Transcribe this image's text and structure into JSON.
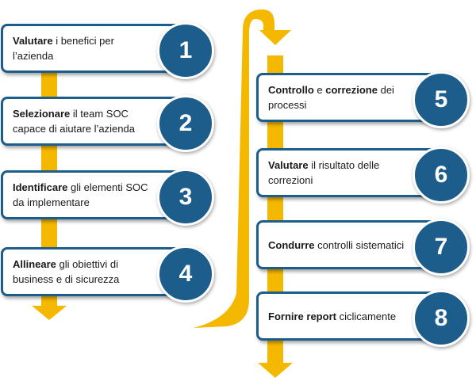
{
  "colors": {
    "box_border": "#1d5d8c",
    "circle_fill": "#1d5d8c",
    "arrow": "#f5b800"
  },
  "steps": [
    {
      "number": "1",
      "bold": "Valutare",
      "rest": " i benefici per l’azienda"
    },
    {
      "number": "2",
      "bold": "Selezionare",
      "rest": " il team SOC capace di aiutare l’azienda"
    },
    {
      "number": "3",
      "bold": "Identificare",
      "rest": " gli elementi SOC da implementare"
    },
    {
      "number": "4",
      "bold": "Allineare",
      "rest": " gli obiettivi di business e di sicurezza"
    },
    {
      "number": "5",
      "bold": "Controllo",
      "middle": " e ",
      "bold2": "correzione",
      "rest": " dei processi"
    },
    {
      "number": "6",
      "bold": "Valutare",
      "rest": " il risultato delle correzioni"
    },
    {
      "number": "7",
      "bold": "Condurre",
      "rest": " controlli sistematici"
    },
    {
      "number": "8",
      "bold": "Fornire report",
      "rest": " ciclicamente"
    }
  ]
}
